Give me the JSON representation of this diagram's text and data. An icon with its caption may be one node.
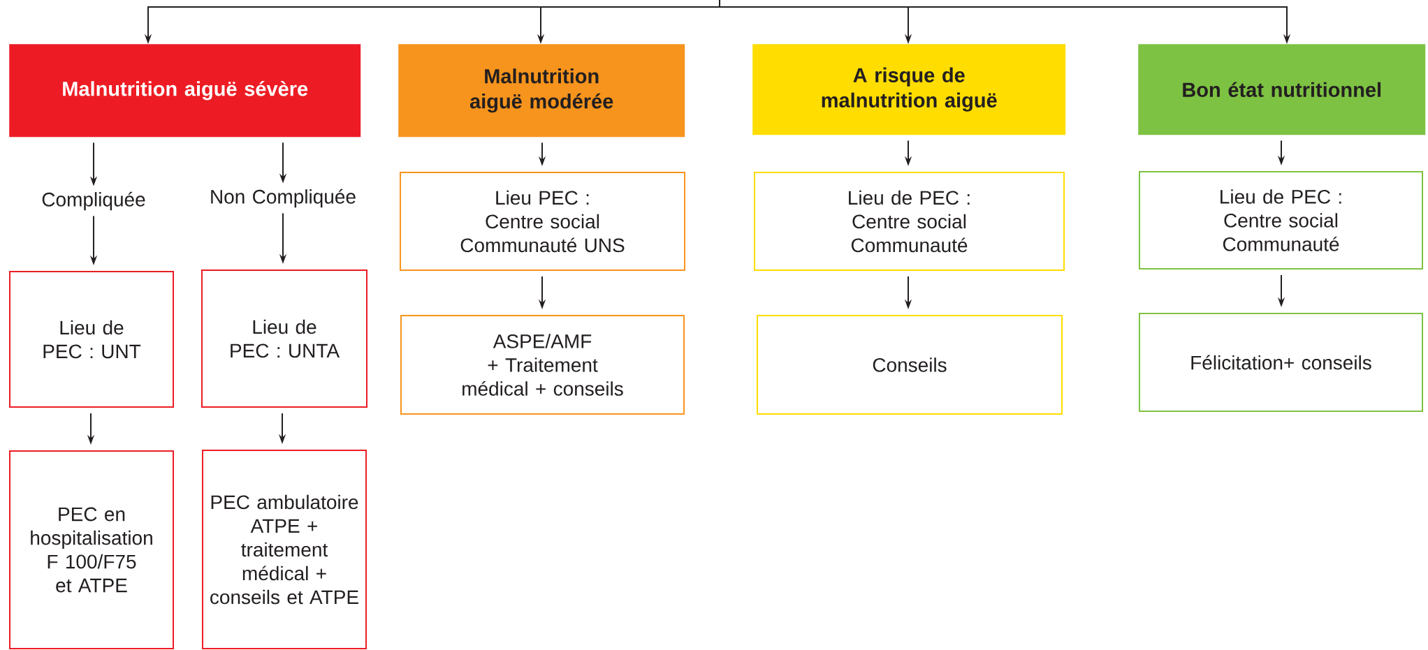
{
  "diagram": {
    "nodes": [
      {
        "text": [
          "Malnutrition aiguë sévère"
        ]
      },
      {
        "text": [
          "Compliquée"
        ]
      },
      {
        "text": [
          "Non Compliquée"
        ]
      },
      {
        "text": [
          "Lieu de PEC : UNT"
        ]
      },
      {
        "text": [
          "Lieu de PEC : UNTA"
        ]
      },
      {
        "text": [
          "PEC en hospitalisation F 100/F75 et ATPE"
        ]
      },
      {
        "text": [
          "PEC ambulatoire ATPE + traitement médical + conseils et ATPE"
        ]
      },
      {
        "text": [
          "Malnutrition aiguë modérée"
        ]
      },
      {
        "text": [
          "Lieu PEC : Centre social Communauté UNS"
        ]
      },
      {
        "text": [
          "ASPE/AMF + Traitement médical + conseils"
        ]
      },
      {
        "text": [
          "A risque de malnutrition aiguë"
        ]
      },
      {
        "text": [
          "Lieu de PEC : Centre social Communauté"
        ]
      },
      {
        "text": [
          "Conseils"
        ]
      },
      {
        "text": [
          "Bon état nutritionnel"
        ]
      },
      {
        "text": [
          "Lieu de PEC : Centre social Communauté"
        ]
      },
      {
        "text": [
          "Félicitation+ conseils"
        ]
      }
    ],
    "edges": [
      {
        "from": null,
        "to": 0,
        "arrow": "to"
      },
      {
        "from": null,
        "to": 7,
        "arrow": "to"
      },
      {
        "from": null,
        "to": 10,
        "arrow": "to"
      },
      {
        "from": null,
        "to": 13,
        "arrow": "to"
      },
      {
        "from": 0,
        "to": 1,
        "arrow": "to"
      },
      {
        "from": 0,
        "to": 2,
        "arrow": "to"
      },
      {
        "from": 1,
        "to": 3,
        "arrow": "to"
      },
      {
        "from": 2,
        "to": 4,
        "arrow": "to"
      },
      {
        "from": 3,
        "to": 5,
        "arrow": "to"
      },
      {
        "from": 4,
        "to": 6,
        "arrow": "to"
      },
      {
        "from": 7,
        "to": 8,
        "arrow": "to"
      },
      {
        "from": 8,
        "to": 9,
        "arrow": "to"
      },
      {
        "from": 10,
        "to": 11,
        "arrow": "to"
      },
      {
        "from": 11,
        "to": 12,
        "arrow": "to"
      },
      {
        "from": 13,
        "to": 14,
        "arrow": "to"
      },
      {
        "from": 14,
        "to": 15,
        "arrow": "to"
      }
    ]
  }
}
